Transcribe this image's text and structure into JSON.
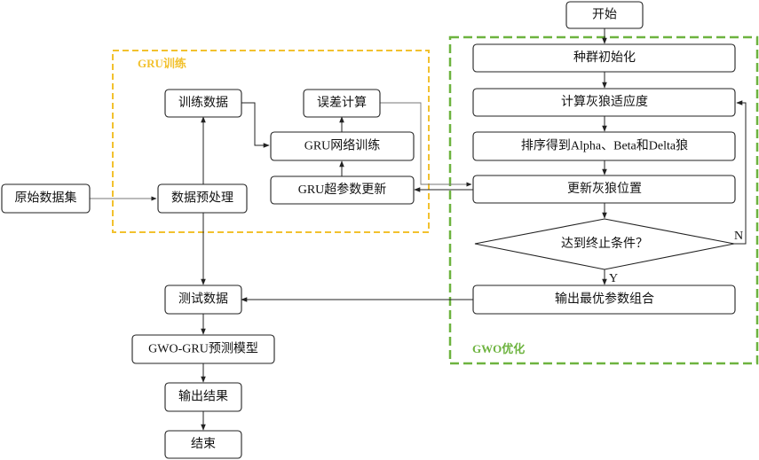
{
  "groups": {
    "gru_title": "GRU训练",
    "gwo_title": "GWO优化"
  },
  "nodes": {
    "start": "开始",
    "raw_dataset": "原始数据集",
    "preprocess": "数据预处理",
    "train_data": "训练数据",
    "error_calc": "误差计算",
    "gru_train": "GRU网络训练",
    "gru_hyper_update": "GRU超参数更新",
    "init_population": "种群初始化",
    "compute_fitness": "计算灰狼适应度",
    "sort_wolves": "排序得到Alpha、Beta和Delta狼",
    "update_positions": "更新灰狼位置",
    "stop_condition": "达到终止条件？",
    "output_best": "输出最优参数组合",
    "test_data": "测试数据",
    "gwo_gru_model": "GWO-GRU预测模型",
    "output_result": "输出结果",
    "end": "结束"
  },
  "branches": {
    "no": "N",
    "yes": "Y"
  },
  "colors": {
    "gru_group": "#f2c12e",
    "gwo_group": "#6db33f",
    "stroke": "#222222"
  }
}
